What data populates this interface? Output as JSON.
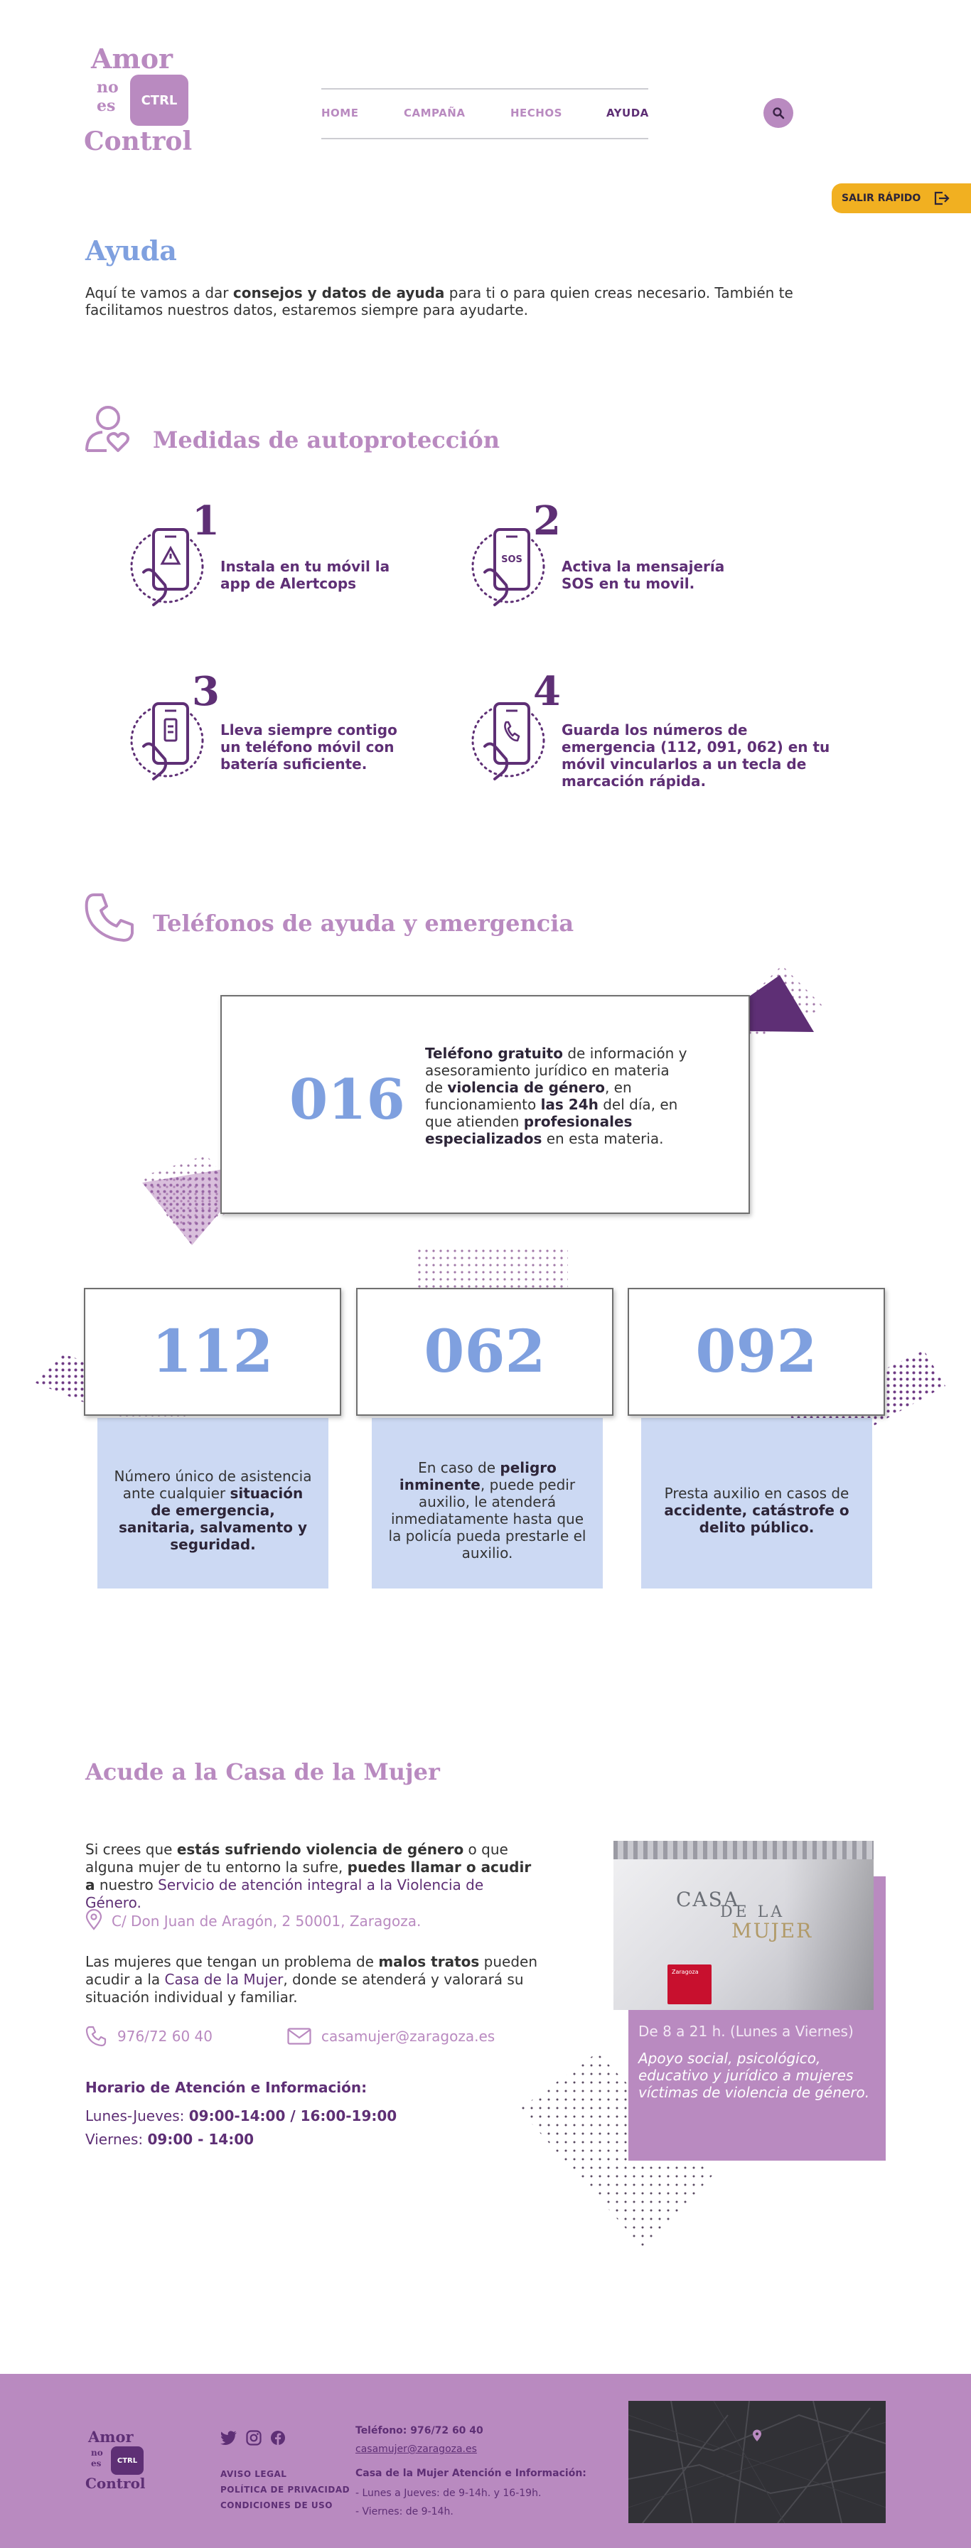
{
  "header": {
    "logo": {
      "amor": "Amor",
      "no": "no",
      "es": "es",
      "ctrl": "CTRL",
      "control": "Control"
    },
    "nav": [
      {
        "label": "HOME"
      },
      {
        "label": "CAMPAÑA"
      },
      {
        "label": "HECHOS"
      },
      {
        "label": "AYUDA"
      }
    ],
    "search_icon": "search-icon",
    "quick_exit": "SALIR RÁPIDO"
  },
  "intro": {
    "title": "Ayuda",
    "text_a": "Aquí te vamos a dar ",
    "text_bold": "consejos y datos de ayuda",
    "text_b": " para ti o para quien creas necesario. También te facilitamos nuestros datos, estaremos siempre para ayudarte."
  },
  "measures": {
    "title": "Medidas de autoprotección",
    "items": [
      {
        "number": "1",
        "line1": "Instala en tu móvil la",
        "line2": "app de Alertcops",
        "line3": "",
        "line4": ""
      },
      {
        "number": "2",
        "line1": "Activa la mensajería",
        "line2": "SOS en tu movil.",
        "line3": "",
        "line4": ""
      },
      {
        "number": "3",
        "line1": "Lleva siempre contigo",
        "line2": "un teléfono móvil con",
        "line3": "batería suficiente.",
        "line4": ""
      },
      {
        "number": "4",
        "line1": "Guarda los números de",
        "line2": "emergencia (112, 091, 062) en tu",
        "line3": "móvil vincularlos a un tecla de",
        "line4": "marcación rápida."
      }
    ],
    "sos_label": "SOS"
  },
  "phones": {
    "title": "Teléfonos de ayuda y emergencia",
    "main": {
      "number": "016",
      "p1b": "Teléfono gratuito",
      "p1": " de información y asesoramiento jurídico en materia de ",
      "p2b": "violencia de género",
      "p2": ", en  funcionamiento ",
      "p3b": "las 24h",
      "p3": " del día, en que atienden ",
      "p4b": "profesionales especializados",
      "p4": " en esta materia."
    },
    "cards": [
      {
        "number": "112",
        "a": "Número único de asistencia ante cualquier ",
        "b": "situación de emergencia, sanitaria, salvamento y seguridad.",
        "c": ""
      },
      {
        "number": "062",
        "a": "En caso de ",
        "b": "peligro inminente",
        "c": ", puede pedir auxilio, le atenderá inmediatamente hasta que la policía pueda prestarle el auxilio."
      },
      {
        "number": "092",
        "a": "Presta auxilio en casos de ",
        "b": "accidente, catástrofe o delito público.",
        "c": ""
      }
    ]
  },
  "casa": {
    "title": "Acude a la Casa de la Mujer",
    "p1a": "Si crees que ",
    "p1b": "estás sufriendo violencia de género",
    "p1c": " o que alguna mujer de tu entorno la sufre, ",
    "p1d": "puedes llamar o acudir a",
    "p1e": " nuestro ",
    "p1f": "Servicio de atención integral a la Violencia de Género.",
    "address": "C/ Don Juan de Aragón, 2 50001, Zaragoza.",
    "p2a": "Las mujeres que tengan un problema de ",
    "p2b": "malos tratos",
    "p2c": " pueden acudir a la ",
    "p2d": "Casa de la Mujer",
    "p2e": ", donde se atenderá y valorará su situación individual y familiar.",
    "phone": "976/72 60 40",
    "email": "casamujer@zaragoza.es",
    "hours_title": "Horario de Atención e Información:",
    "hours1_label": "Lunes-Jueves: ",
    "hours1_value": "09:00-14:00 / 16:00-19:00",
    "hours2_label": "Viernes: ",
    "hours2_value": "09:00 - 14:00",
    "photo_sign_1": "CASA",
    "photo_sign_2": "DE LA",
    "photo_sign_3": "MUJER",
    "photo_plaque": "Zaragoza",
    "schedule": "De 8 a 21 h. (Lunes a Viernes)",
    "support": "Apoyo social, psicológico, educativo y jurídico a mujeres víctimas de violencia de género."
  },
  "footer": {
    "legal": [
      "AVISO LEGAL",
      "POLÍTICA DE PRIVACIDAD",
      "CONDICIONES DE USO"
    ],
    "phone": "Teléfono: 976/72 60 40",
    "email": "casamujer@zaragoza.es",
    "center": "Casa de la Mujer Atención e Información:",
    "hours1": "- Lunes a Jueves: de 9-14h. y 16-19h.",
    "hours2": "- Viernes: de 9-14h."
  },
  "colors": {
    "lilac": "#b98ac0",
    "purple": "#5e2f75",
    "blue": "#7fa0df",
    "panel": "#ccd9f3",
    "accent": "#f1b021"
  }
}
